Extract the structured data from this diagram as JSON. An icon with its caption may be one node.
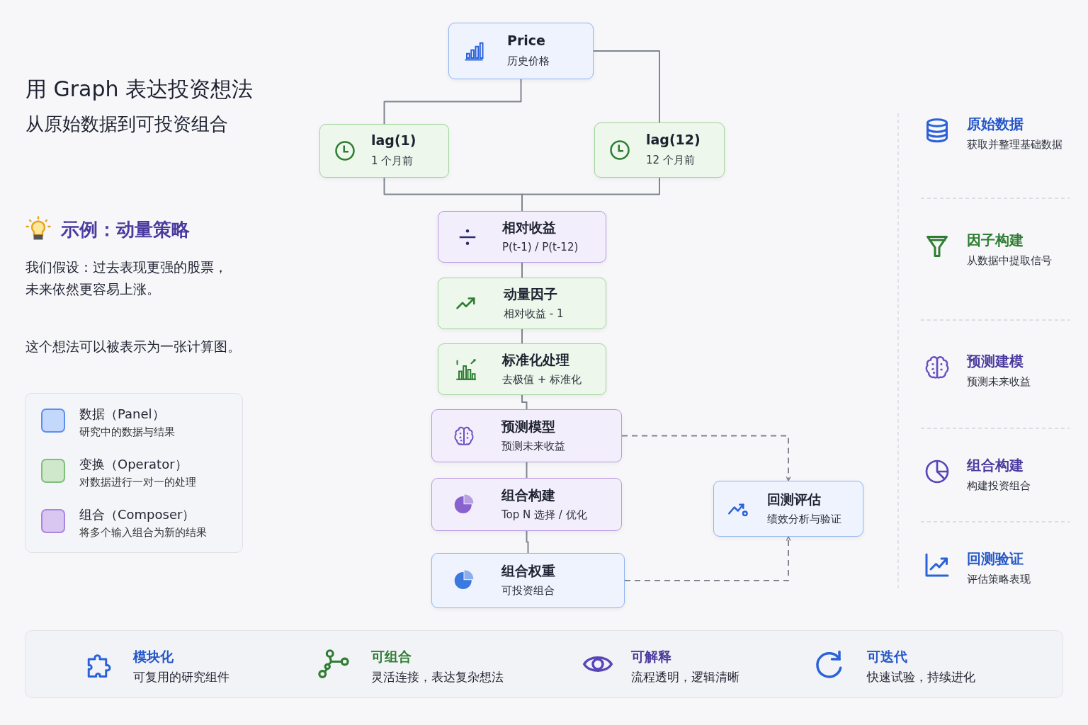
{
  "diagram": {
    "title": "用 Graph 表达投资想法",
    "nodes": [
      {
        "text": [
          "Price",
          "历史价格"
        ]
      },
      {
        "text": [
          "lag(1)",
          "1 个月前"
        ]
      },
      {
        "text": [
          "lag(12)",
          "12 个月前"
        ]
      },
      {
        "text": [
          "相对收益",
          "P(t-1) / P(t-12)"
        ]
      },
      {
        "text": [
          "动量因子",
          "相对收益 - 1"
        ]
      },
      {
        "text": [
          "标准化处理",
          "去极值 + 标准化"
        ]
      },
      {
        "text": [
          "预测模型",
          "预测未来收益"
        ]
      },
      {
        "text": [
          "组合构建",
          "Top N 选择 / 优化"
        ]
      },
      {
        "text": [
          "组合权重",
          "可投资组合"
        ]
      },
      {
        "text": [
          "回测评估",
          "绩效分析与验证"
        ]
      }
    ],
    "edges": [
      {
        "from": 0,
        "to": 1,
        "arrow": "none"
      },
      {
        "from": 0,
        "to": 2,
        "arrow": "none"
      },
      {
        "from": 1,
        "to": 3,
        "arrow": "none"
      },
      {
        "from": 2,
        "to": 3,
        "arrow": "none"
      },
      {
        "from": 3,
        "to": 4,
        "arrow": "none"
      },
      {
        "from": 4,
        "to": 5,
        "arrow": "none"
      },
      {
        "from": 5,
        "to": 6,
        "arrow": "none"
      },
      {
        "from": 6,
        "to": 7,
        "arrow": "none"
      },
      {
        "from": 7,
        "to": 8,
        "arrow": "none"
      },
      {
        "from": 6,
        "to": 9,
        "arrow": "to",
        "style": "dashed"
      },
      {
        "from": 8,
        "to": 9,
        "arrow": "to",
        "style": "dashed"
      }
    ],
    "labels": [
      "从原始数据到可投资组合",
      "示例：动量策略",
      "我们假设：过去表现更强的股票，未来依然更容易上涨。",
      "这个想法可以被表示为一张计算图。",
      "研究中的数据与结果",
      "对数据进行一对一的处理",
      "将多个输入组合为新的结果",
      "原始数据",
      "获取并整理基础数据",
      "因子构建",
      "从数据中提取信号",
      "预测建模",
      "预测未来收益",
      "组合构建",
      "构建投资组合",
      "回测验证",
      "评估策略表现",
      "模块化",
      "可复用的研究组件",
      "可组合",
      "灵活连接，表达复杂想法",
      "可解释",
      "流程透明，逻辑清晰",
      "可迭代",
      "快速试验，持续进化"
    ],
    "legend": [
      {
        "text": "数据（Panel）",
        "color": "#c4d8fb"
      },
      {
        "text": "变换（Operator）",
        "color": "#cfe8cc"
      },
      {
        "text": "组合（Composer）",
        "color": "#d9c6f1"
      }
    ]
  }
}
